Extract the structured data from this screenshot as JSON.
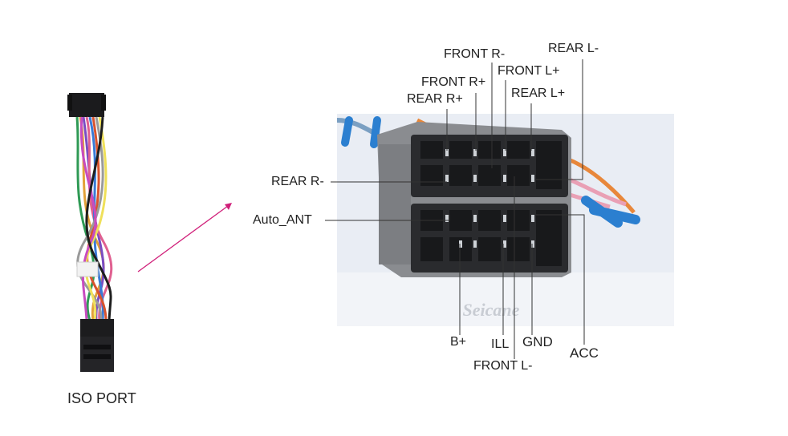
{
  "caption": "ISO PORT",
  "brand_watermark": "Seicane",
  "pins_top": [
    "FRONT R-",
    "REAR L-",
    "FRONT R+",
    "FRONT L+",
    "REAR R+",
    "REAR L+",
    "REAR R-"
  ],
  "pins_left": [
    "Auto_ANT"
  ],
  "pins_bottom": [
    "B+",
    "ILL",
    "GND",
    "ACC",
    "FRONT L-"
  ],
  "colors": {
    "arrow": "#d0207a",
    "connector_body": "#8a8c90",
    "connector_dark": "#2a2b2e",
    "photo_bg": "#e9edf4",
    "wire_orange": "#e8873a",
    "wire_pink": "#e9a0b5",
    "wire_blue": "#2b7fd0",
    "leader_line": "#333333"
  }
}
